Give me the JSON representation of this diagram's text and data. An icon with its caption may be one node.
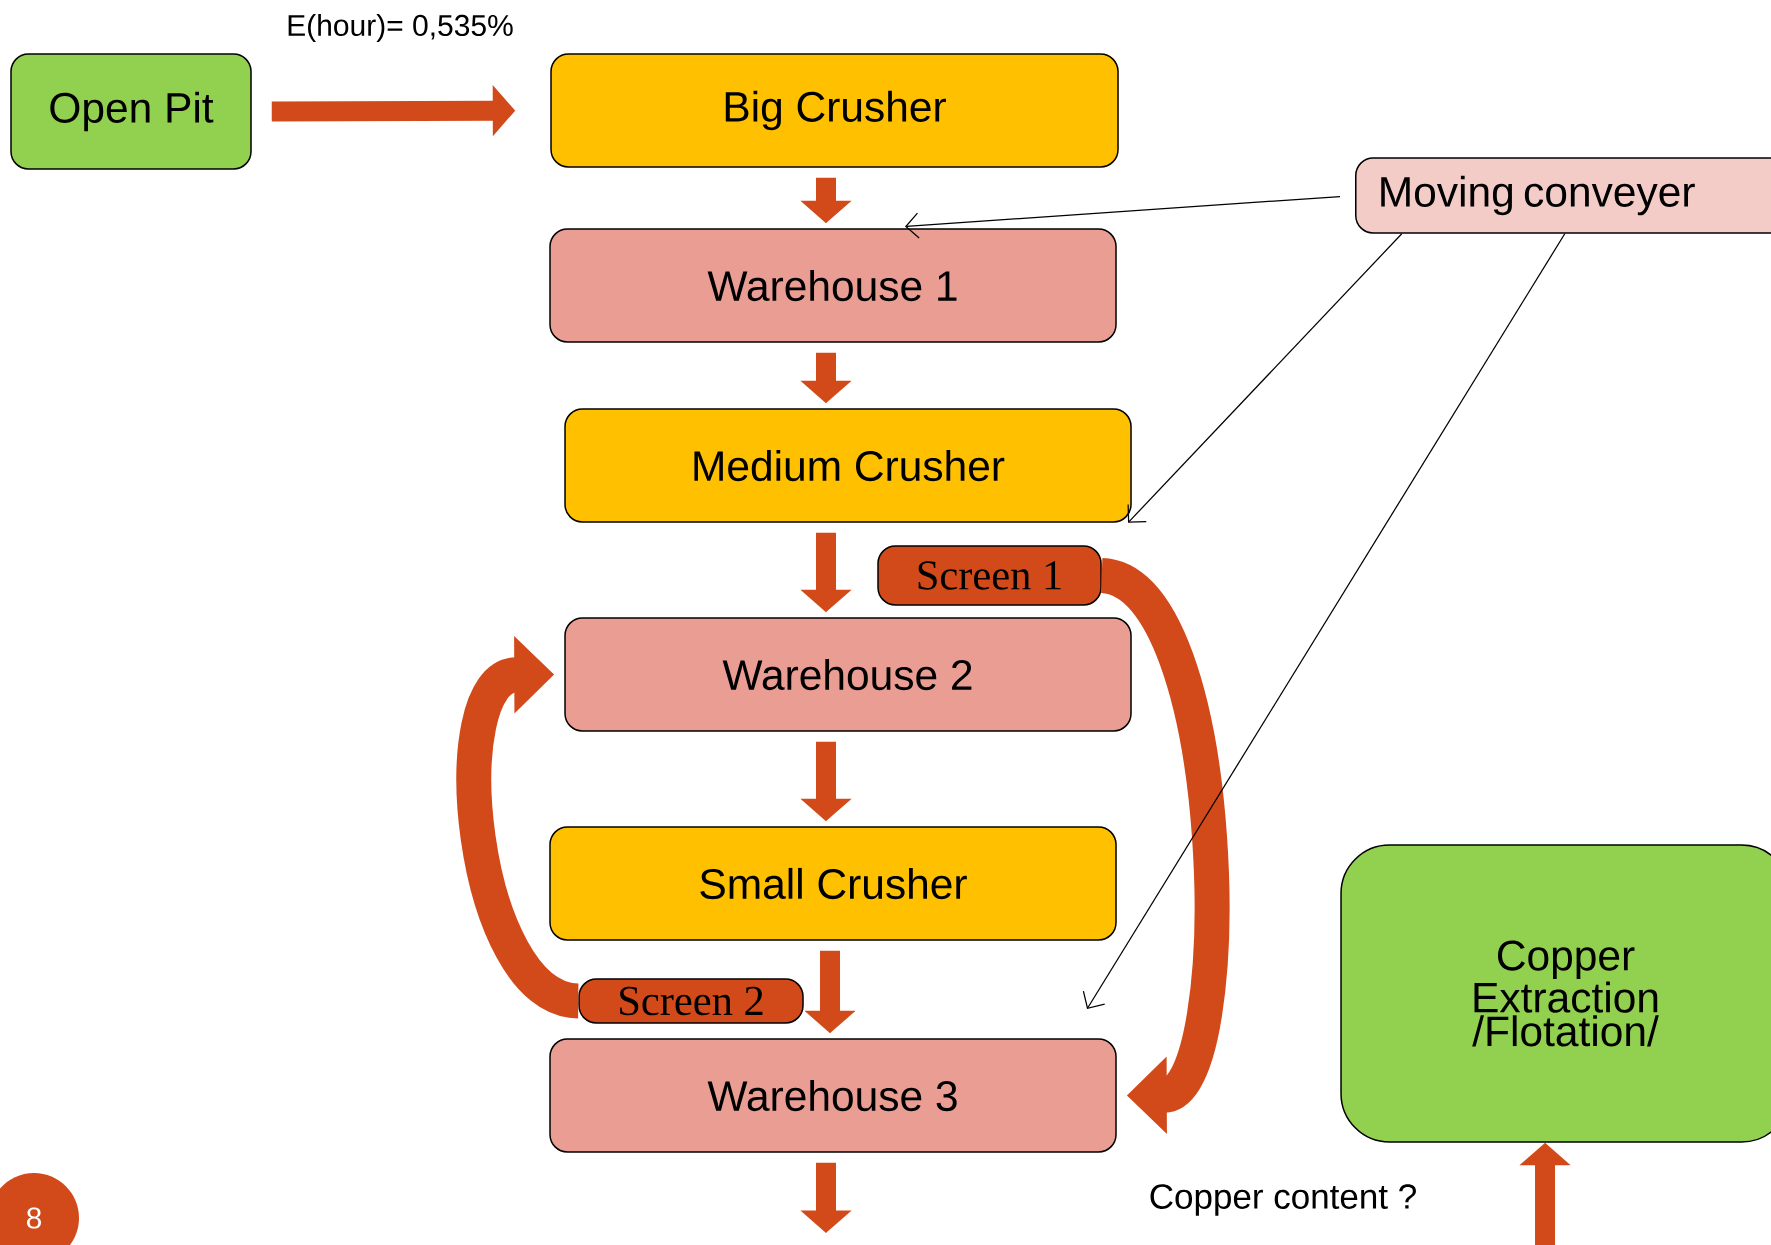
{
  "diagram": {
    "nodes": [
      {
        "text": [
          "Open Pit"
        ]
      },
      {
        "text": [
          "Big Crusher"
        ]
      },
      {
        "text": [
          "Moving conveyer"
        ]
      },
      {
        "text": [
          "Warehouse 1"
        ]
      },
      {
        "text": [
          "Medium Crusher"
        ]
      },
      {
        "text": [
          "Screen 1"
        ]
      },
      {
        "text": [
          "Warehouse 2"
        ]
      },
      {
        "text": [
          "Small Crusher"
        ]
      },
      {
        "text": [
          "Screen 2"
        ]
      },
      {
        "text": [
          "Warehouse 3"
        ]
      },
      {
        "text": [
          "Copper Extraction /Flotation/"
        ]
      }
    ],
    "edges": [
      {
        "from": 0,
        "to": 1,
        "arrow": "to",
        "label": "E(hour)= 0,535%"
      },
      {
        "from": 1,
        "to": 3,
        "arrow": "to"
      },
      {
        "from": 3,
        "to": 4,
        "arrow": "to"
      },
      {
        "from": 4,
        "to": 6,
        "arrow": "to"
      },
      {
        "from": 6,
        "to": 7,
        "arrow": "to"
      },
      {
        "from": 7,
        "to": 9,
        "arrow": "to"
      },
      {
        "from": 9,
        "to": null,
        "arrow": "to"
      },
      {
        "from": null,
        "to": 10,
        "arrow": "to",
        "label": "Copper content ?"
      },
      {
        "from": 5,
        "to": 9,
        "arrow": "to"
      },
      {
        "from": 8,
        "to": 6,
        "arrow": "to"
      },
      {
        "from": 2,
        "to": 3,
        "arrow": "to",
        "color": "#000000"
      },
      {
        "from": 2,
        "to": 4,
        "arrow": "to",
        "color": "#000000"
      },
      {
        "from": 2,
        "to": null,
        "arrow": "to",
        "color": "#000000"
      }
    ],
    "labels": [
      "8"
    ]
  }
}
